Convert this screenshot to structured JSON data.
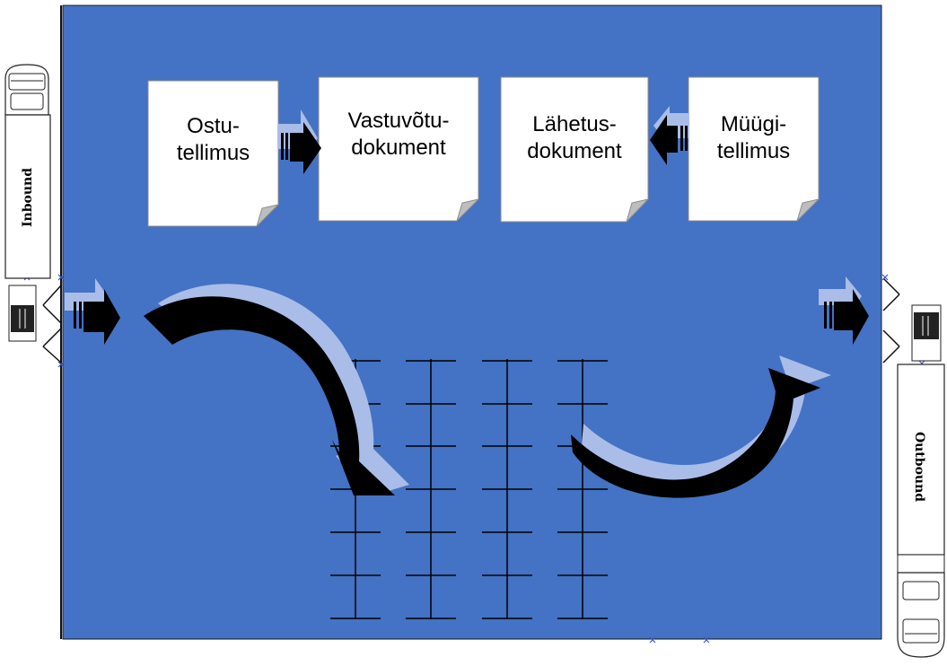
{
  "documents": {
    "purchase_order": {
      "line1": "Ostu-",
      "line2": "tellimus"
    },
    "receipt_document": {
      "line1": "Vastuvõtu-",
      "line2": "dokument"
    },
    "shipment_document": {
      "line1": "Lähetus-",
      "line2": "dokument"
    },
    "sales_order": {
      "line1": "Müügi-",
      "line2": "tellimus"
    }
  },
  "trucks": {
    "inbound": "Inbound",
    "outbound": "Outbound"
  },
  "colors": {
    "warehouse_fill": "#4472C4",
    "document_fill": "#FFFFFF",
    "arrow_fill": "#000000",
    "arrow_shadow": "#A9BDE8"
  }
}
